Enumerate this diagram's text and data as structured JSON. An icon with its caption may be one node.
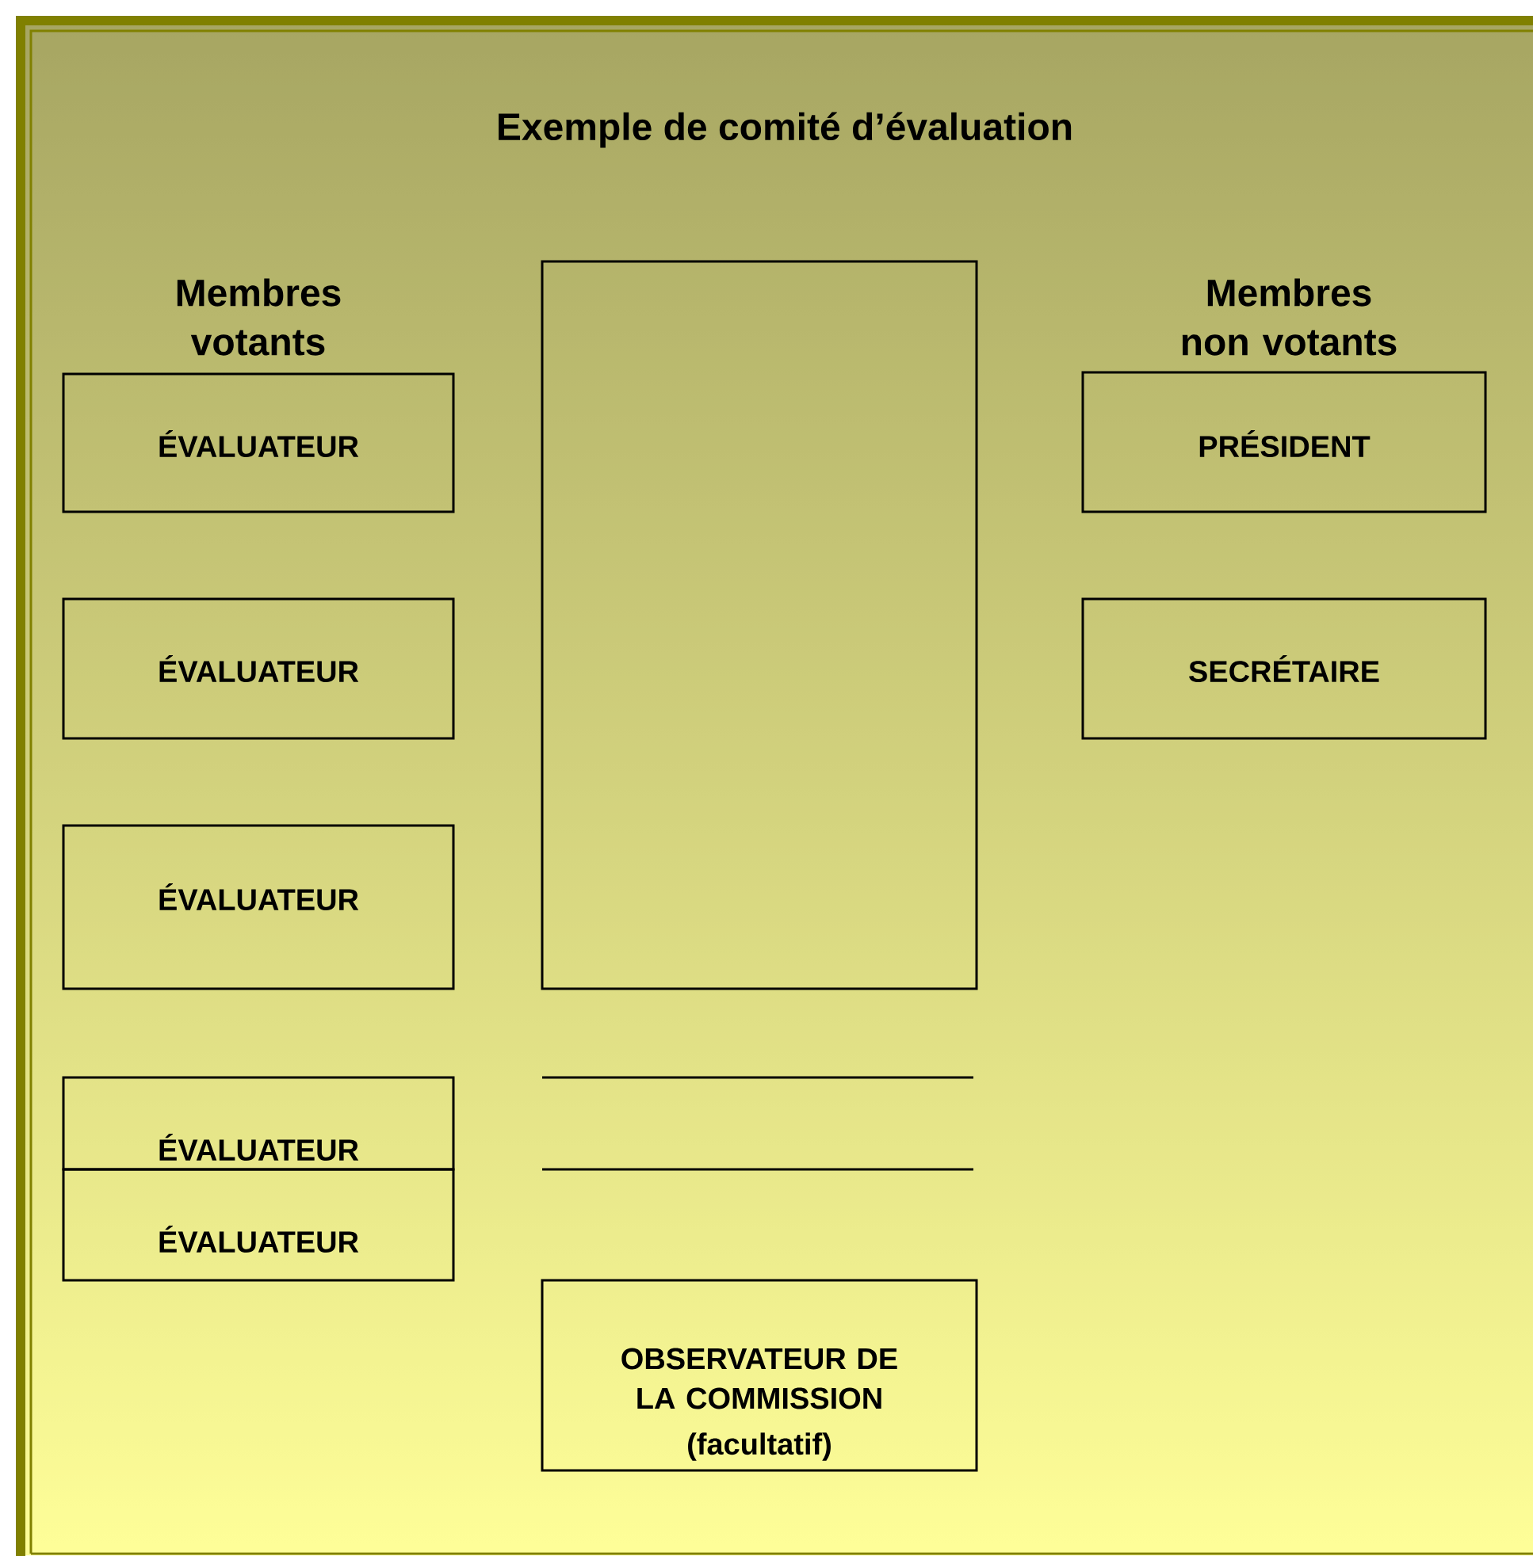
{
  "diagram": {
    "title": "Exemple de comité d’évaluation",
    "nodes": [
      {
        "text": [
          "ÉVALUATEUR"
        ]
      },
      {
        "text": [
          "ÉVALUATEUR"
        ]
      },
      {
        "text": [
          "ÉVALUATEUR"
        ]
      },
      {
        "text": [
          "ÉVALUATEUR"
        ]
      },
      {
        "text": [
          "ÉVALUATEUR"
        ]
      },
      {
        "text": [],
        "shape": "box"
      },
      {
        "text": [
          "OBSERVATEUR DE LA COMMISSION",
          "(facultatif)"
        ]
      },
      {
        "text": [
          "PRÉSIDENT"
        ]
      },
      {
        "text": [
          "SECRÉTAIRE"
        ]
      }
    ],
    "labels": [
      "Membres votants",
      "Membres non votants"
    ]
  }
}
